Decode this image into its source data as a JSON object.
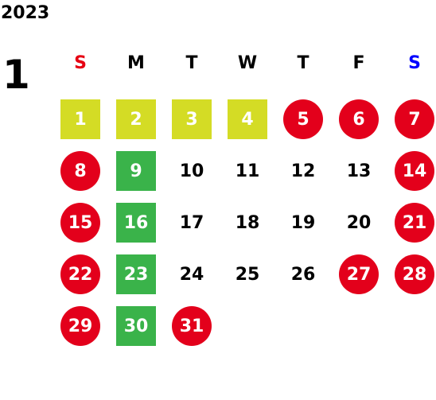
{
  "year": "2023",
  "month": "1",
  "weekdays": [
    {
      "label": "S",
      "color": "#e60012"
    },
    {
      "label": "M",
      "color": "#000000"
    },
    {
      "label": "T",
      "color": "#000000"
    },
    {
      "label": "W",
      "color": "#000000"
    },
    {
      "label": "T",
      "color": "#000000"
    },
    {
      "label": "F",
      "color": "#000000"
    },
    {
      "label": "S",
      "color": "#0000ff"
    }
  ],
  "legend_colors": {
    "holiday_red": "#e3001b",
    "new_year_yellow": "#d4dc25",
    "monday_green": "#3ab34a"
  },
  "start_weekday": 0,
  "days": [
    {
      "label": "1",
      "style": "square",
      "color": "#d4dc25"
    },
    {
      "label": "2",
      "style": "square",
      "color": "#d4dc25"
    },
    {
      "label": "3",
      "style": "square",
      "color": "#d4dc25"
    },
    {
      "label": "4",
      "style": "square",
      "color": "#d4dc25"
    },
    {
      "label": "5",
      "style": "circle",
      "color": "#e3001b"
    },
    {
      "label": "6",
      "style": "circle",
      "color": "#e3001b"
    },
    {
      "label": "7",
      "style": "circle",
      "color": "#e3001b"
    },
    {
      "label": "8",
      "style": "circle",
      "color": "#e3001b"
    },
    {
      "label": "9",
      "style": "square",
      "color": "#3ab34a"
    },
    {
      "label": "10",
      "style": "plain",
      "color": ""
    },
    {
      "label": "11",
      "style": "plain",
      "color": ""
    },
    {
      "label": "12",
      "style": "plain",
      "color": ""
    },
    {
      "label": "13",
      "style": "plain",
      "color": ""
    },
    {
      "label": "14",
      "style": "circle",
      "color": "#e3001b"
    },
    {
      "label": "15",
      "style": "circle",
      "color": "#e3001b"
    },
    {
      "label": "16",
      "style": "square",
      "color": "#3ab34a"
    },
    {
      "label": "17",
      "style": "plain",
      "color": ""
    },
    {
      "label": "18",
      "style": "plain",
      "color": ""
    },
    {
      "label": "19",
      "style": "plain",
      "color": ""
    },
    {
      "label": "20",
      "style": "plain",
      "color": ""
    },
    {
      "label": "21",
      "style": "circle",
      "color": "#e3001b"
    },
    {
      "label": "22",
      "style": "circle",
      "color": "#e3001b"
    },
    {
      "label": "23",
      "style": "square",
      "color": "#3ab34a"
    },
    {
      "label": "24",
      "style": "plain",
      "color": ""
    },
    {
      "label": "25",
      "style": "plain",
      "color": ""
    },
    {
      "label": "26",
      "style": "plain",
      "color": ""
    },
    {
      "label": "27",
      "style": "circle",
      "color": "#e3001b"
    },
    {
      "label": "28",
      "style": "circle",
      "color": "#e3001b"
    },
    {
      "label": "29",
      "style": "circle",
      "color": "#e3001b"
    },
    {
      "label": "30",
      "style": "square",
      "color": "#3ab34a"
    },
    {
      "label": "31",
      "style": "circle",
      "color": "#e3001b"
    }
  ]
}
